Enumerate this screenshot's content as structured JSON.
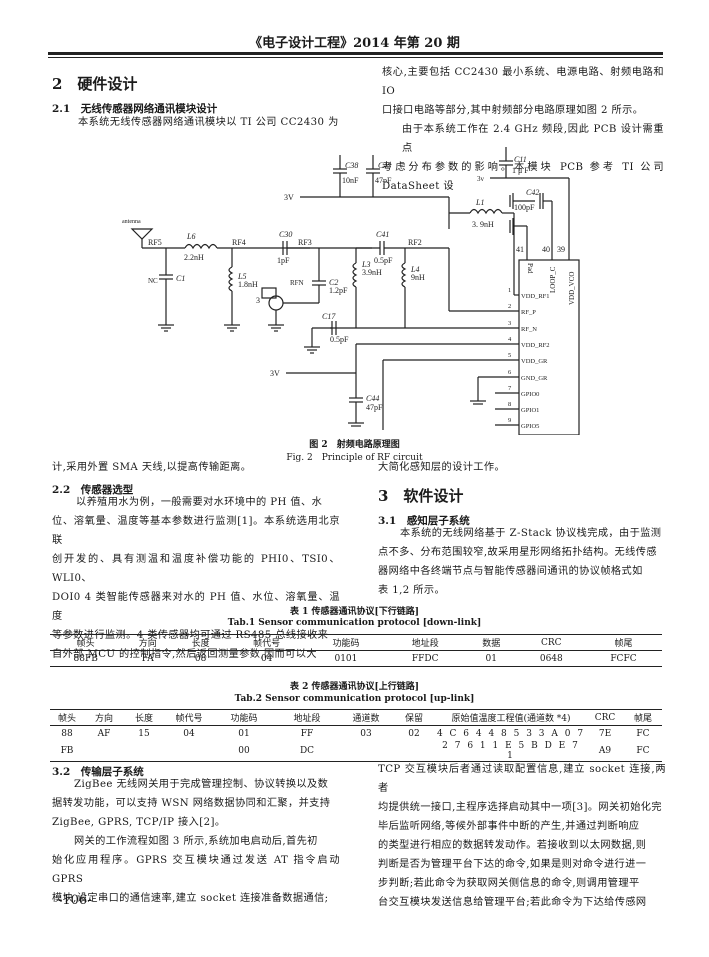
{
  "header": {
    "journal": "《电子设计工程》2014 年第 20 期"
  },
  "left": {
    "section2_title": "2　硬件设计",
    "sec21_title": "2.1　无线传感器网络通讯模块设计",
    "sec21_p1": "本系统无线传感器网络通讯模块以 TI 公司 CC2430 为",
    "sec21_cont": "计,采用外置 SMA 天线,以提高传输距离。",
    "sec22_title": "2.2　传感器选型",
    "sec22_lines": [
      "以养殖用水为例，一般需要对水环境中的 PH 值、水",
      "位、溶氧量、温度等基本参数进行监测[1]。本系统选用北京联",
      "创开发的、具有测温和温度补偿功能的 PHI0、TSI0、WLI0、",
      "DOI0 4 类智能传感器来对水的 PH 值、水位、溶氧量、温度",
      "等参数进行监测。4 类传感器均可通过 RS485 总线接收来",
      "自外部 MCU 的控制指令,然后返回测量参数,因而可以大"
    ],
    "sec32_title": "3.2　传输层子系统",
    "sec32_lines": [
      "ZigBee 无线网关用于完成管理控制、协议转换以及数",
      "据转发功能，可以支持 WSN 网络数据协同和汇聚，并支持",
      "ZigBee, GPRS, TCP/IP 接入[2]。",
      "网关的工作流程如图 3 所示,系统加电启动后,首先初",
      "始化应用程序。GPRS 交互模块通过发送 AT 指令启动 GPRS",
      "模块,设定串口的通信速率,建立 socket 连接准备数据通信;"
    ]
  },
  "right": {
    "top_lines": [
      "核心,主要包括 CC2430 最小系统、电源电路、射频电路和 IO",
      "口接口电路等部分,其中射频部分电路原理如图 2 所示。",
      "由于本系统工作在 2.4 GHz 频段,因此 PCB 设计需重点",
      "考虑分布参数的影响。本模块 PCB 参考 TI 公司 DataSheet 设"
    ],
    "cont": "大简化感知层的设计工作。",
    "section3_title": "3　软件设计",
    "sec31_title": "3.1　感知层子系统",
    "sec31_lines": [
      "本系统的无线网络基于 Z-Stack 协议栈完成，由于监测",
      "点不多、分布范围较窄,故采用星形网络拓扑结构。无线传感",
      "器网络中各终端节点与智能传感器间通讯的协议帧格式如",
      "表 1,2 所示。"
    ],
    "bottom_lines": [
      "TCP 交互模块后者通过读取配置信息,建立 socket 连接,两者",
      "均提供统一接口,主程序选择启动其中一项[3]。网关初始化完",
      "毕后监听网络,等候外部事件中断的产生,并通过判断响应",
      "的类型进行相应的数据转发动作。若接收到以太网数据,则",
      "判断是否为管理平台下达的命令,如果是则对命令进行进一",
      "步判断;若此命令为获取网关侧信息的命令,则调用管理平",
      "台交互模块发送信息给管理平台;若此命令为下达给传感网"
    ]
  },
  "figure": {
    "caption_cn": "图 2　射频电路原理图",
    "caption_en": "Fig. 2　Principle of RF circuit",
    "labels": {
      "antenna": "antenna",
      "rf5": "RF5",
      "rf4": "RF4",
      "rf3": "RF3",
      "rf2": "RF2",
      "rfn": "RFN",
      "l6": "L6",
      "l6v": "2.2nH",
      "l5": "L5",
      "l5v": "1.8nH",
      "l3": "L3",
      "l3v": "3.9nH",
      "l4": "L4",
      "l4v": "9nH",
      "l1": "L1",
      "l1v": "3. 9nH",
      "c1": "C1",
      "nc": "NC",
      "c30": "C30",
      "c30v": "1pF",
      "c41": "C41",
      "c41v": "0.5pF",
      "c2": "C2",
      "c2v": "1.2pF",
      "c17": "C17",
      "c17v": "0.5pF",
      "c44": "C44",
      "c44v": "47pF",
      "c38": "C38",
      "c38v": "10nF",
      "c43": "C43",
      "c43v": "47pF",
      "c11": "C11",
      "c11v": "1 μ F",
      "c42": "C42",
      "c42v": "100pF",
      "v3": "3V",
      "v3b": "3V",
      "v3c": "3v",
      "p41": "41",
      "p40": "40",
      "p39": "39",
      "pad": "Pad",
      "loop": "LOOP_C",
      "vco": "VDD_VCO",
      "n3": "3"
    },
    "pins": [
      {
        "num": "1",
        "name": "VDD_RF1"
      },
      {
        "num": "2",
        "name": "RF_P"
      },
      {
        "num": "3",
        "name": "RF_N"
      },
      {
        "num": "4",
        "name": "VDD_RF2"
      },
      {
        "num": "5",
        "name": "VDD_GR"
      },
      {
        "num": "6",
        "name": "GND_GR"
      },
      {
        "num": "7",
        "name": "GPIO0"
      },
      {
        "num": "8",
        "name": "GPIO1"
      },
      {
        "num": "9",
        "name": "GPIO5"
      }
    ]
  },
  "table1": {
    "title_cn": "表 1 传感器通讯协议[下行链路]",
    "title_en": "Tab.1 Sensor communication protocol [down-link]",
    "headers": [
      "帧头",
      "方向",
      "长度",
      "帧代号",
      "功能码",
      "地址段",
      "数据",
      "CRC",
      "帧尾"
    ],
    "rows": [
      [
        "88FB",
        "FA",
        "08",
        "04",
        "0101",
        "FFDC",
        "01",
        "0648",
        "FCFC"
      ]
    ]
  },
  "table2": {
    "title_cn": "表 2 传感器通讯协议[上行链路]",
    "title_en": "Tab.2 Sensor communication protocol [up-link]",
    "headers": [
      "帧头",
      "方向",
      "长度",
      "帧代号",
      "功能码",
      "地址段",
      "通道数",
      "保留",
      "原始值温度工程值(通道数 *4)",
      "CRC",
      "帧尾"
    ],
    "rows": [
      [
        "88",
        "AF",
        "15",
        "04",
        "01",
        "FF",
        "03",
        "02",
        "4 C 6 4 4 8 5 3 3 A 0 7",
        "7E",
        "FC"
      ],
      [
        "FB",
        "",
        "",
        "",
        "00",
        "DC",
        "",
        "",
        "2 7 6 1 1 E 5 B D E 7 1",
        "A9",
        "FC"
      ]
    ]
  },
  "footer": {
    "page": "-106-"
  }
}
